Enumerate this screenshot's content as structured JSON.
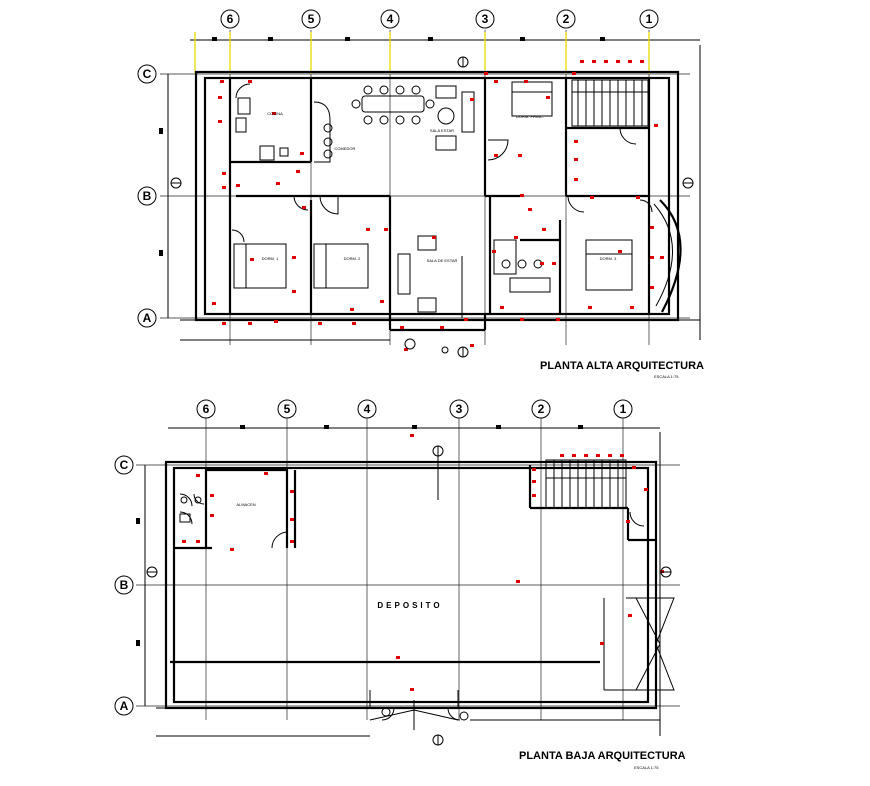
{
  "upper_plan": {
    "title": "PLANTA ALTA ARQUITECTURA",
    "scale": "ESCALA 1:75",
    "columns": [
      "6",
      "5",
      "4",
      "3",
      "2",
      "1"
    ],
    "rows": [
      "C",
      "B",
      "A"
    ],
    "rooms": [
      "COCINA",
      "COMEDOR",
      "SALA ESTAR",
      "DORM. PRINC.",
      "DORM. 1",
      "DORM. 2",
      "SALA DE ESTAR",
      "DORM. 3"
    ]
  },
  "lower_plan": {
    "title": "PLANTA BAJA ARQUITECTURA",
    "scale": "ESCALA 1:75",
    "columns": [
      "6",
      "5",
      "4",
      "3",
      "2",
      "1"
    ],
    "rows": [
      "C",
      "B",
      "A"
    ],
    "rooms": [
      "ALMACEN"
    ],
    "main_space": "DEPOSITO"
  },
  "colors": {
    "lines": "#000000",
    "markers": "#e00000",
    "axis": "#e8d800"
  }
}
